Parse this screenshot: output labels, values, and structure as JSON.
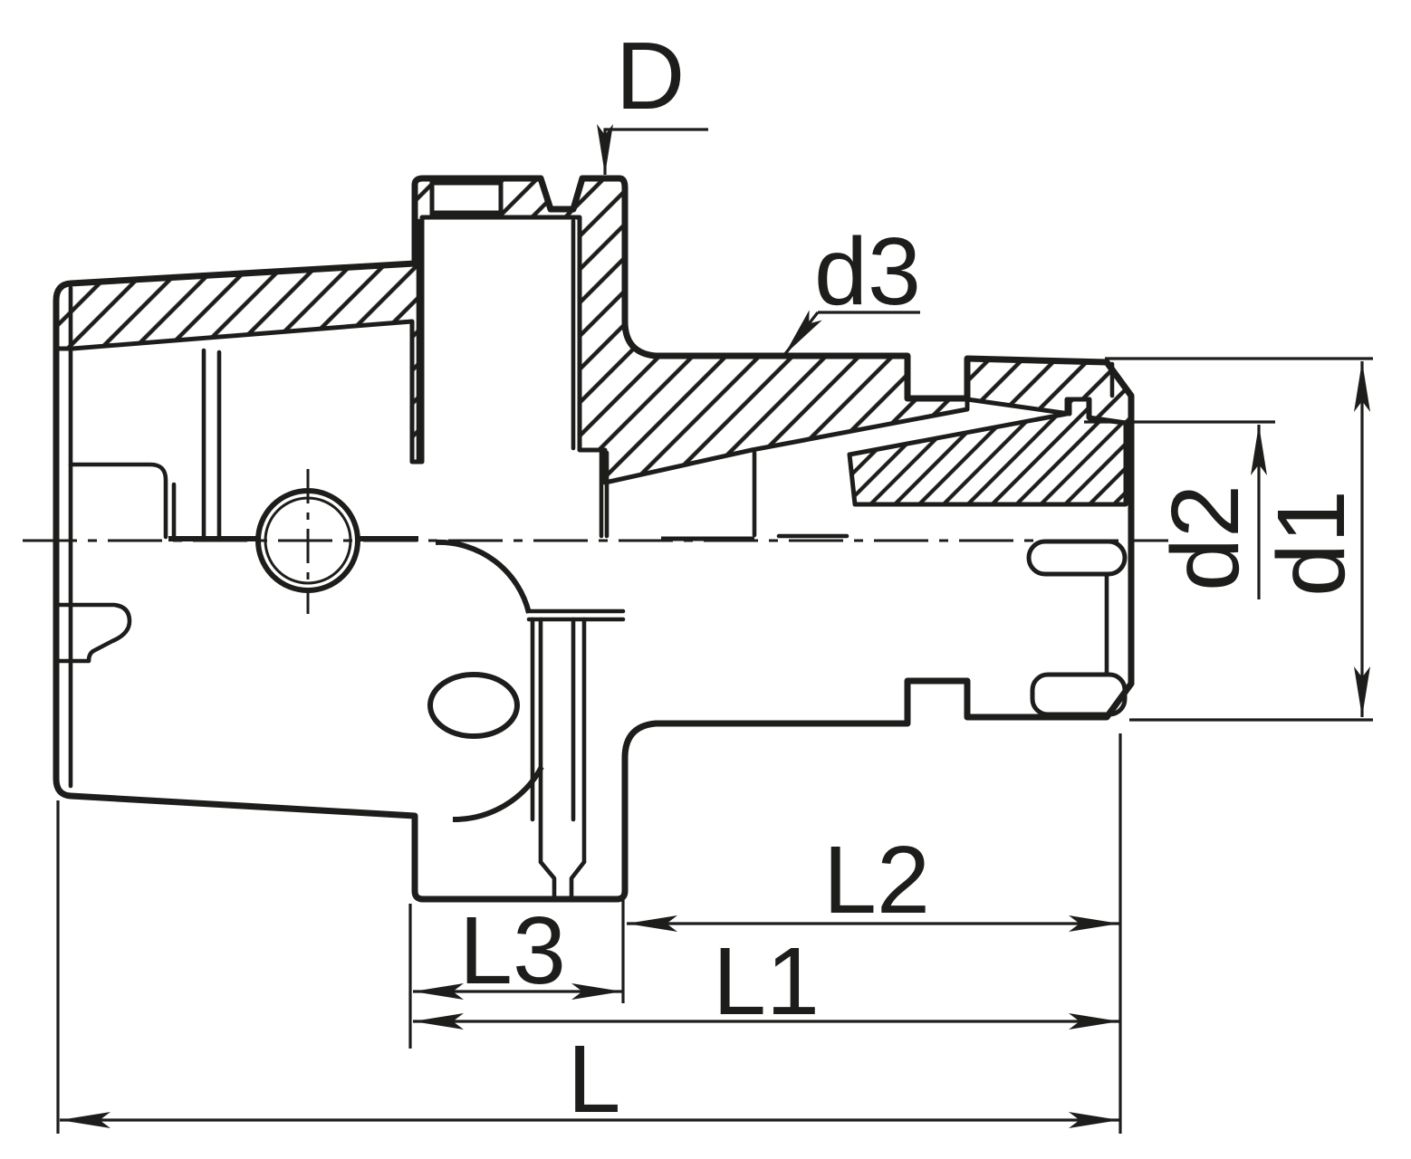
{
  "meta": {
    "drawing_type": "tool-holder cross-section drawing (HSK shank with ER collet chuck)",
    "background_color": "#ffffff",
    "line_color": "#1d1d1b"
  },
  "labels": {
    "flange_diameter": "D",
    "body_diameter": "d3",
    "collet_nose_diameter": "d2",
    "nut_diameter": "d1",
    "total_length": "L",
    "gauge_length": "L1",
    "projection_length": "L2",
    "shank_length": "L3"
  }
}
